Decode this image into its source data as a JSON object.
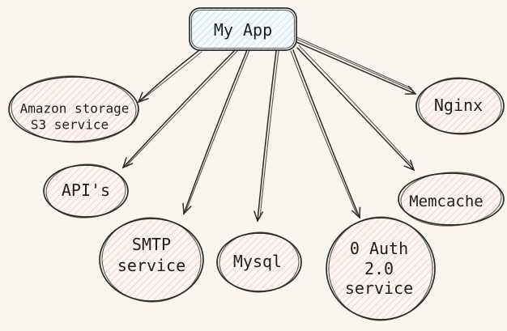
{
  "diagram": {
    "root_node": {
      "label": "My App"
    },
    "nodes": [
      {
        "id": "amazon-s3",
        "lines": [
          "Amazon storage",
          "S3 service"
        ]
      },
      {
        "id": "apis",
        "lines": [
          "API's"
        ]
      },
      {
        "id": "smtp",
        "lines": [
          "SMTP",
          "service"
        ]
      },
      {
        "id": "mysql",
        "lines": [
          "Mysql"
        ]
      },
      {
        "id": "oauth",
        "lines": [
          "0 Auth",
          "2.0",
          "service"
        ]
      },
      {
        "id": "memcache",
        "lines": [
          "Memcache"
        ]
      },
      {
        "id": "nginx",
        "lines": [
          "Nginx"
        ]
      }
    ],
    "edges": [
      {
        "from": "My App",
        "to": "Amazon storage S3 service"
      },
      {
        "from": "My App",
        "to": "API's"
      },
      {
        "from": "My App",
        "to": "SMTP service"
      },
      {
        "from": "My App",
        "to": "Mysql"
      },
      {
        "from": "My App",
        "to": "0 Auth 2.0 service"
      },
      {
        "from": "My App",
        "to": "Memcache"
      },
      {
        "from": "My App",
        "to": "Nginx"
      }
    ],
    "colors": {
      "background": "#faf5ef",
      "stroke": "#2a2a2a",
      "text": "#1e1e1e",
      "root_fill_base": "#f5fafd",
      "root_hatch": "#c5dcee",
      "node_fill_base": "#fdf5f2",
      "node_hatch": "#f2c6be"
    }
  }
}
